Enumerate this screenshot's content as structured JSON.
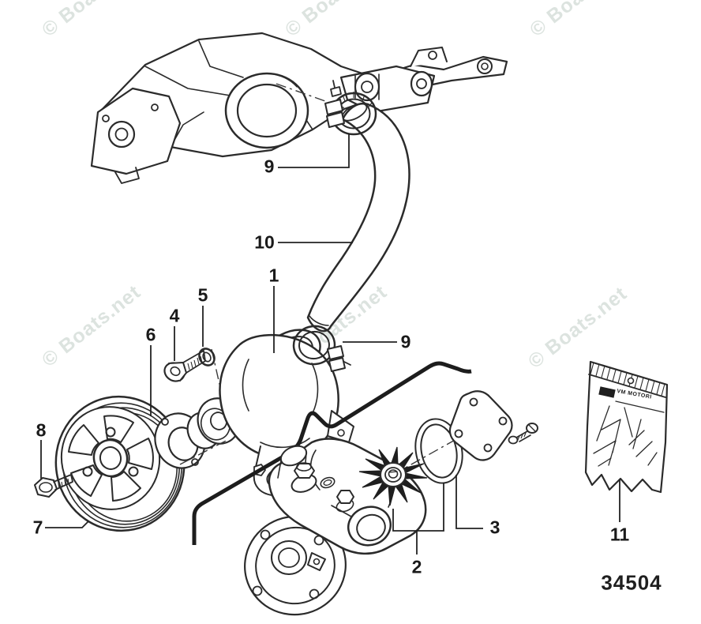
{
  "diagram": {
    "watermark": {
      "text": "© Boats.net",
      "color": "#dce3df"
    },
    "drawing_number": "34504",
    "callouts": {
      "pump_assembly": "1",
      "impeller": "2",
      "o_ring": "3",
      "mounting_bolt": "4",
      "lock_washer": "5",
      "gasket": "6",
      "pulley": "7",
      "pulley_bolt": "8",
      "hose_clamp_upper": "9",
      "hose_clamp_lower": "9",
      "hose": "10",
      "parts_bag": "11"
    },
    "bag": {
      "logo_text": "VM MOTORI"
    }
  }
}
